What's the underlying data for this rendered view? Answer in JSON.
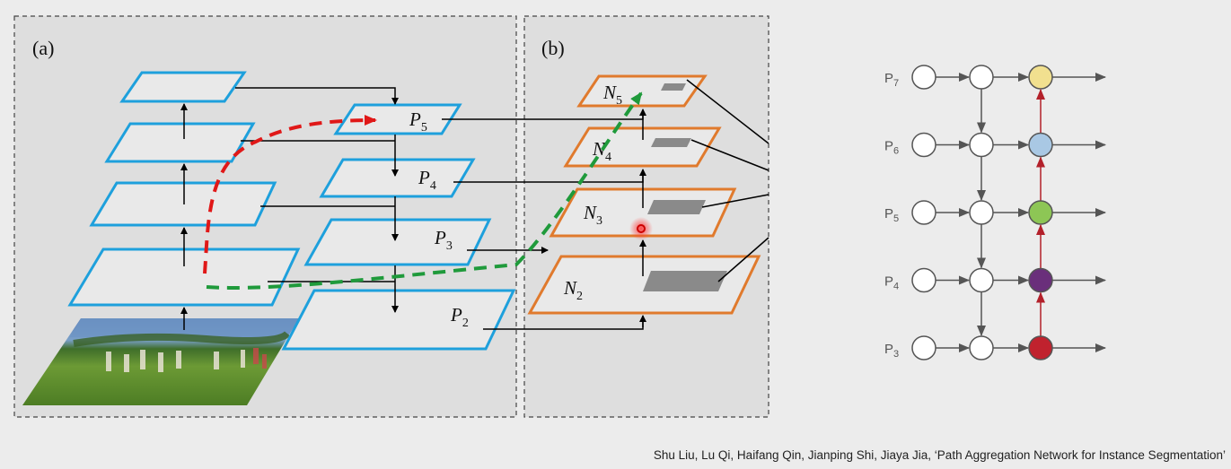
{
  "panel_a": {
    "label": "(a)",
    "top_down_labels": [
      {
        "base": "P",
        "sub": "5"
      },
      {
        "base": "P",
        "sub": "4"
      },
      {
        "base": "P",
        "sub": "3"
      },
      {
        "base": "P",
        "sub": "2"
      }
    ]
  },
  "panel_b": {
    "label": "(b)",
    "bottom_up_labels": [
      {
        "base": "N",
        "sub": "5"
      },
      {
        "base": "N",
        "sub": "4"
      },
      {
        "base": "N",
        "sub": "3"
      },
      {
        "base": "N",
        "sub": "2"
      }
    ]
  },
  "right_diagram": {
    "rows": [
      {
        "label": "P",
        "sub": "7",
        "color": "#f1e08f"
      },
      {
        "label": "P",
        "sub": "6",
        "color": "#a9c8e4"
      },
      {
        "label": "P",
        "sub": "5",
        "color": "#8dc655"
      },
      {
        "label": "P",
        "sub": "4",
        "color": "#6a2f7b"
      },
      {
        "label": "P",
        "sub": "3",
        "color": "#c0222e"
      }
    ],
    "colors": {
      "backbone_arrow": "#555555",
      "bottom_up_arrow": "#b3202a",
      "node_fill": "#ffffff",
      "node_stroke": "#555555"
    }
  },
  "colors": {
    "backbone_blue": "#1ea0dc",
    "bottom_up_orange": "#e07a2d",
    "red_path": "#e01818",
    "green_path": "#1f9a3b",
    "panel_bg": "#dedede"
  },
  "citation": "Shu Liu, Lu Qi, Haifang Qin, Jianping Shi, Jiaya Jia, ‘Path Aggregation Network for Instance Segmentation’"
}
